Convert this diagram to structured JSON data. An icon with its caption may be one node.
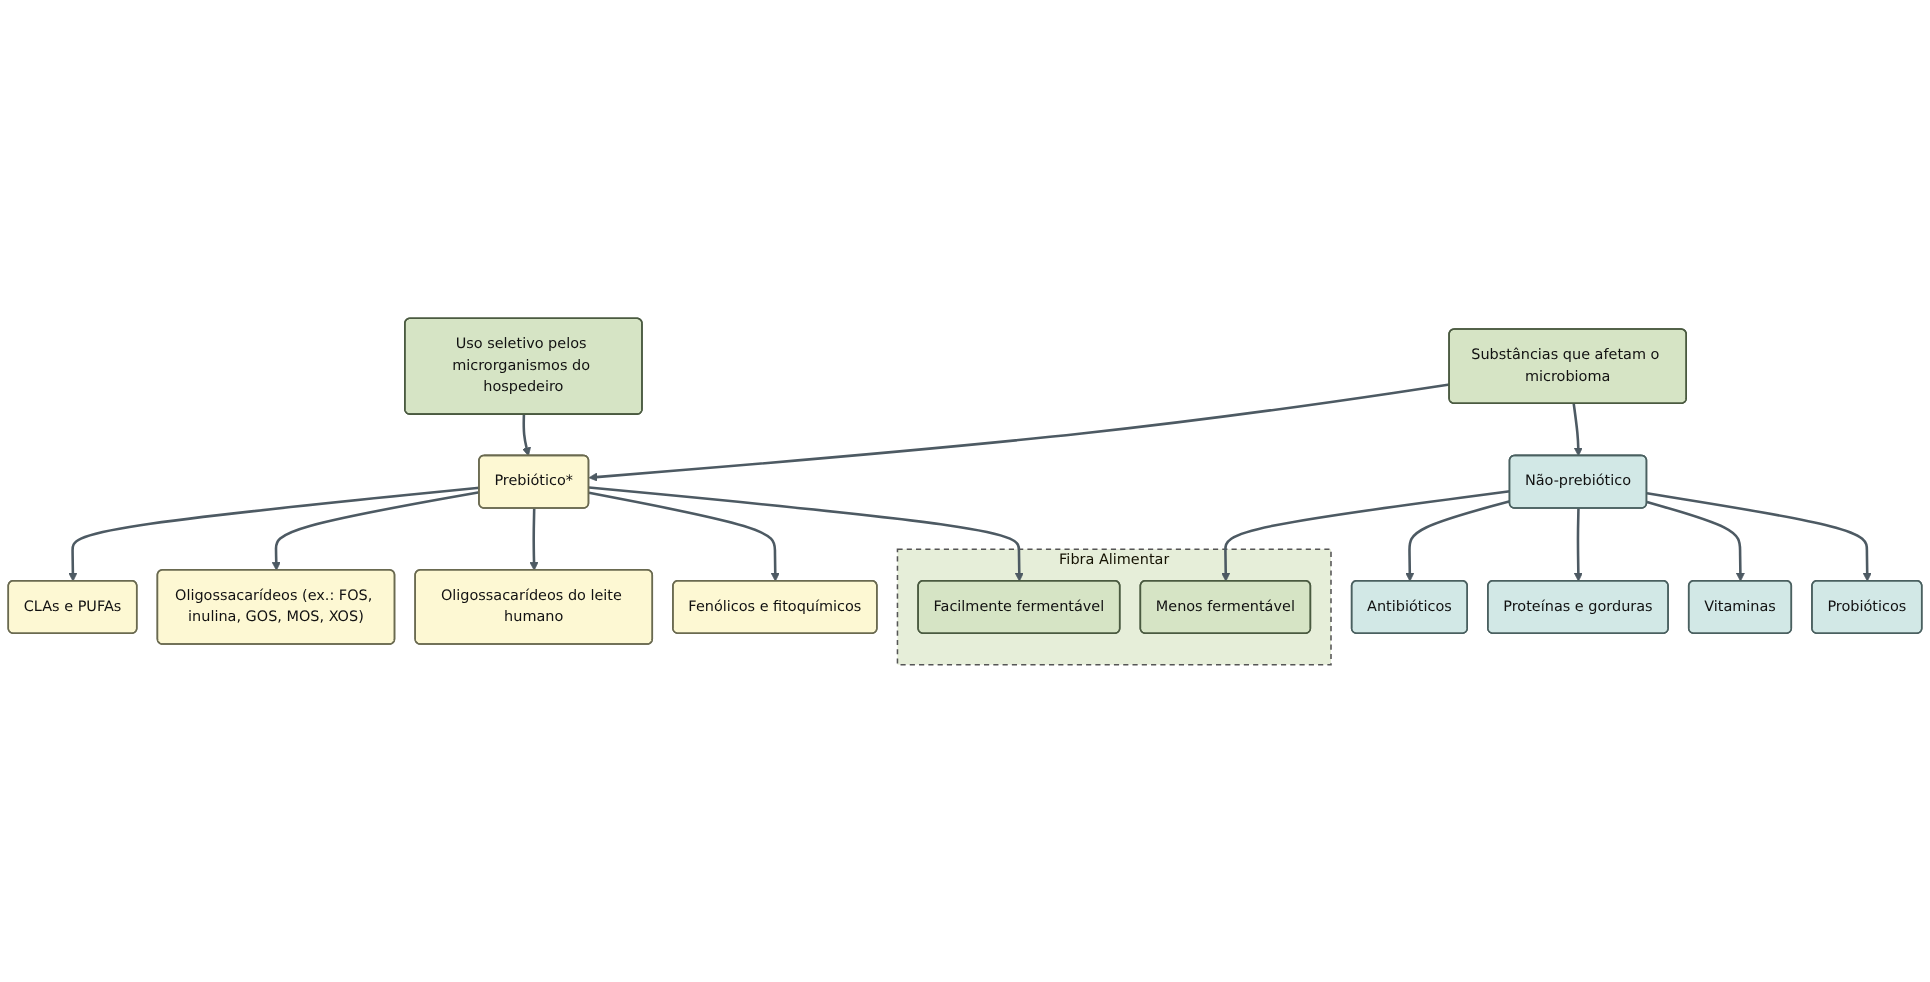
{
  "diagram": {
    "nodes": [
      {
        "text": [
          "Uso seletivo pelos microrganismos do hospedeiro"
        ]
      },
      {
        "text": [
          "Substâncias que afetam o microbioma"
        ]
      },
      {
        "text": [
          "Prebiótico*"
        ]
      },
      {
        "text": [
          "Não-prebiótico"
        ]
      },
      {
        "text": [
          "Fibra Alimentar"
        ]
      },
      {
        "text": [
          "CLAs e PUFAs"
        ]
      },
      {
        "text": [
          "Oligossacarídeos do leite humano"
        ]
      },
      {
        "text": [
          "Facilmente fermentável"
        ],
        "in": 4
      },
      {
        "text": [
          "Menos fermentável"
        ],
        "in": 4
      },
      {
        "text": [
          "Proteínas e gorduras"
        ]
      },
      {
        "text": [
          "Probióticos"
        ]
      },
      {
        "text": [
          "Oligossacarídeos (ex.: FOS, inulina, GOS, MOS, XOS)"
        ]
      },
      {
        "text": [
          "Fenólicos e fitoquímicos"
        ]
      },
      {
        "text": [
          "Antibióticos"
        ]
      },
      {
        "text": [
          "Vitaminas"
        ]
      }
    ],
    "edges": [
      {
        "from": 0,
        "to": 2,
        "arrow": "to"
      },
      {
        "from": 1,
        "to": 2,
        "arrow": "to"
      },
      {
        "from": 1,
        "to": 3,
        "arrow": "to"
      },
      {
        "from": 2,
        "to": 5,
        "arrow": "to"
      },
      {
        "from": 2,
        "to": 11,
        "arrow": "to"
      },
      {
        "from": 2,
        "to": 6,
        "arrow": "to"
      },
      {
        "from": 2,
        "to": 12,
        "arrow": "to"
      },
      {
        "from": 2,
        "to": 7,
        "arrow": "to"
      },
      {
        "from": 3,
        "to": 8,
        "arrow": "to"
      },
      {
        "from": 3,
        "to": 13,
        "arrow": "to"
      },
      {
        "from": 3,
        "to": 9,
        "arrow": "to"
      },
      {
        "from": 3,
        "to": 14,
        "arrow": "to"
      },
      {
        "from": 3,
        "to": 10,
        "arrow": "to"
      }
    ]
  }
}
